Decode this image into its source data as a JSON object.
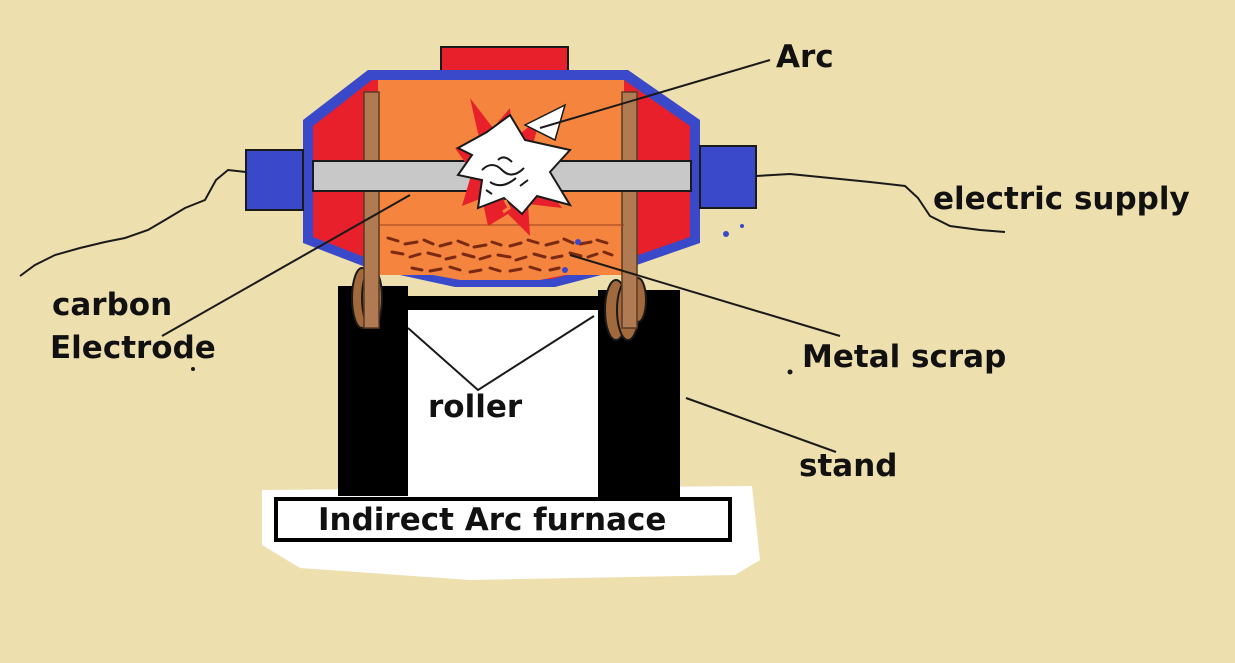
{
  "labels": {
    "arc": "Arc",
    "electric_supply": "electric supply",
    "carbon": "carbon",
    "electrode": "Electrode",
    "metal_scrap": "Metal scrap",
    "roller": "roller",
    "stand": "stand",
    "caption": "Indirect Arc furnace"
  },
  "colors": {
    "background": "#eedfae",
    "shell_outer": "#3a49c9",
    "lining": "#e8202b",
    "interior": "#f5853e",
    "electrode": "#c8c8c8",
    "support_bar": "#b07a52",
    "stand": "#000000",
    "roller": "#a26a3c"
  }
}
